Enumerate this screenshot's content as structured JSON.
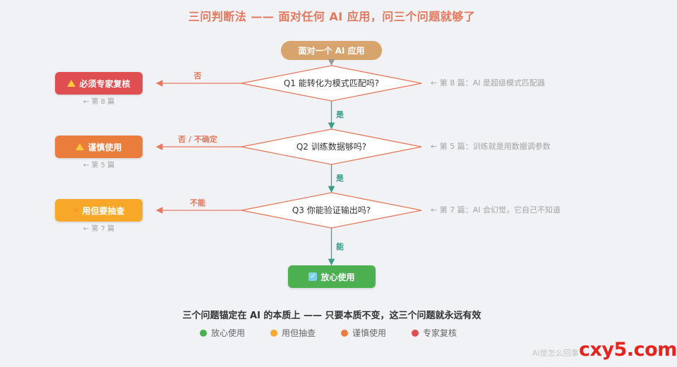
{
  "title": "三问判断法 —— 面对任何 AI 应用，问三个问题就够了",
  "start": "面对一个 AI 应用",
  "questions": [
    {
      "label": "Q1  能转化为模式匹配吗?",
      "ref": "← 第 8 篇：AI 是超级模式匹配器",
      "no_label": "否",
      "yes_label": "是"
    },
    {
      "label": "Q2  训练数据够吗?",
      "ref": "← 第 5 篇：训练就是用数据调参数",
      "no_label": "否 / 不确定",
      "yes_label": "是"
    },
    {
      "label": "Q3  你能验证输出吗?",
      "ref": "← 第 7 篇：AI 会幻觉，它自己不知道",
      "no_label": "不能",
      "yes_label": "能"
    }
  ],
  "outcomes": [
    {
      "label": "必须专家复核",
      "ref": "← 第 8 篇",
      "color": "#df4e50",
      "icon": "warning-icon"
    },
    {
      "label": "谨慎使用",
      "ref": "← 第 5 篇",
      "color": "#ea7c3c",
      "icon": "warning-icon"
    },
    {
      "label": "用但要抽查",
      "ref": "← 第 7 篇",
      "color": "#f7a829",
      "icon": "lightning-icon"
    }
  ],
  "final": {
    "label": "放心使用",
    "color": "#4caf50",
    "icon": "check-icon"
  },
  "summary": "三个问题锚定在 AI 的本质上 —— 只要本质不变，这三个问题就永远有效",
  "legend": [
    {
      "label": "放心使用",
      "color": "#4caf50"
    },
    {
      "label": "用但抽查",
      "color": "#f7a829"
    },
    {
      "label": "谨慎使用",
      "color": "#ea7c3c"
    },
    {
      "label": "专家复核",
      "color": "#df4e50"
    }
  ],
  "colors": {
    "start": "#d7a46e",
    "edge_no": "#e5775c",
    "edge_yes": "#3a9c87",
    "diamond_stroke": "#e5775c"
  },
  "watermark_gray": "AI是怎么回事",
  "watermark_red": "cxy5.com"
}
